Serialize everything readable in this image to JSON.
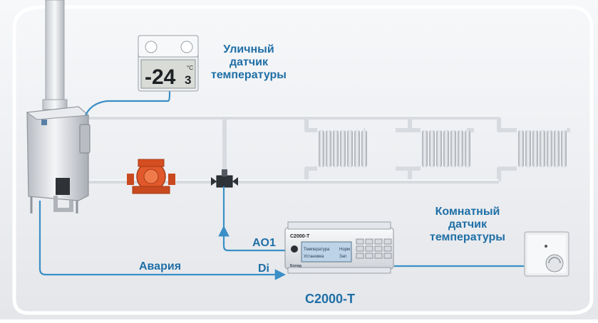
{
  "labels": {
    "outdoor_sensor": [
      "Уличный",
      "датчик",
      "температуры"
    ],
    "room_sensor": [
      "Комнатный",
      "датчик",
      "температуры"
    ],
    "alarm": "Авария",
    "ao1": "AO1",
    "di": "Di",
    "controller": "С2000-Т"
  },
  "thermometer": {
    "reading": "-24",
    "decimal": "3",
    "unit": "°C"
  },
  "device": {
    "name": "С2000-Т",
    "logo": "Болид",
    "screen_line1": "Температура",
    "screen_line2": "Установка",
    "screen_value1": "Норм",
    "screen_value2": "Зап"
  },
  "colors": {
    "background": "#f2f3f5",
    "frame": "#ffffff",
    "signal_line": "#3a8fc6",
    "label_text": "#1f6fa6",
    "pipe": "#d7dbe0",
    "pump": "#e1592b"
  }
}
